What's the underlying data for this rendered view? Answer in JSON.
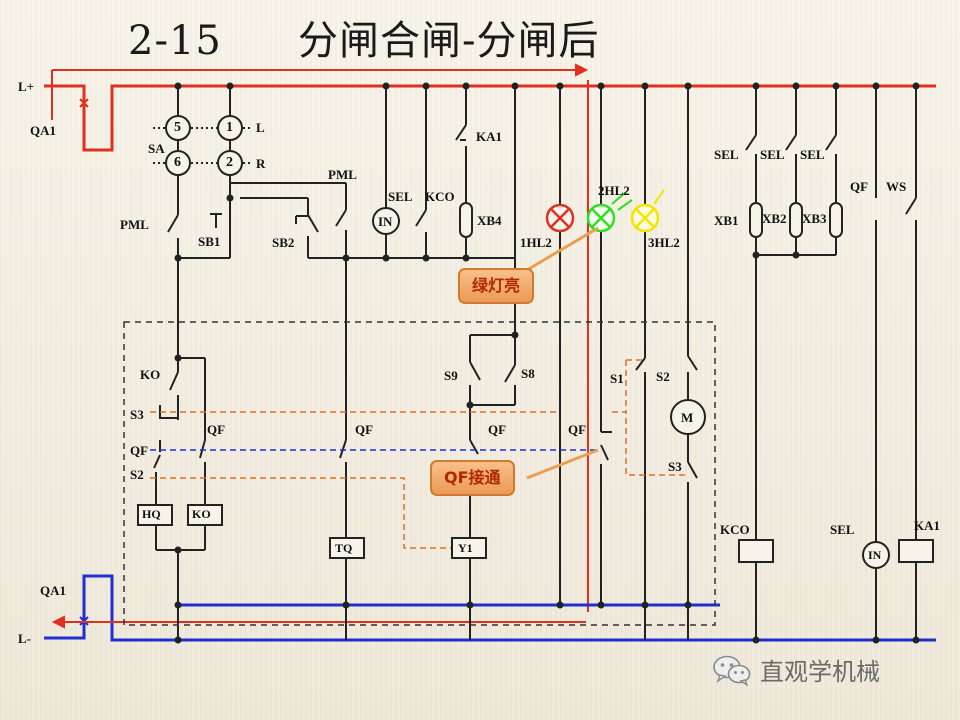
{
  "title": {
    "number": "2-15",
    "text": "分闸合闸-分闸后"
  },
  "labels": {
    "lplus": "L+",
    "lminus": "L-",
    "qa1_top": "QA1",
    "qa1_bot": "QA1",
    "sa": "SA",
    "c5": "5",
    "c1": "1",
    "c6": "6",
    "c2": "2",
    "l": "L",
    "r": "R",
    "pml_top": "PML",
    "pml_left": "PML",
    "sb1": "SB1",
    "sb2": "SB2",
    "sel1": "SEL",
    "kco1": "KCO",
    "in1": "IN",
    "xb4": "XB4",
    "ka1_top": "KA1",
    "hl1": "1HL2",
    "hl2": "2HL2",
    "hl3": "3HL2",
    "sel_r1": "SEL",
    "sel_r2": "SEL",
    "sel_r3": "SEL",
    "xb1": "XB1",
    "xb2": "XB2",
    "xb3": "XB3",
    "qf_r": "QF",
    "ws": "WS",
    "ko": "KO",
    "s3_left": "S3",
    "qf_left": "QF",
    "s2_left": "S2",
    "qf_ko": "QF",
    "hq": "HQ",
    "ko_box": "KO",
    "qf_mid": "QF",
    "tq": "TQ",
    "s9": "S9",
    "s8": "S8",
    "qf_y": "QF",
    "y1": "Y1",
    "qf_4": "QF",
    "s1": "S1",
    "s2_right": "S2",
    "m": "M",
    "s3_right": "S3",
    "kco_coil": "KCO",
    "sel_coil": "SEL",
    "in_coil": "IN",
    "ka1_coil": "KA1"
  },
  "callouts": {
    "green_light": "绿灯亮",
    "qf_on": "QF接通"
  },
  "watermark": "直观学机械",
  "colors": {
    "positive_bus": "#e03020",
    "negative_bus": "#1f2fd0",
    "green_lamp": "#33dd22",
    "red_lamp": "#e03020",
    "yellow_lamp": "#f2e600"
  },
  "icons": [
    "wechat-icon"
  ]
}
